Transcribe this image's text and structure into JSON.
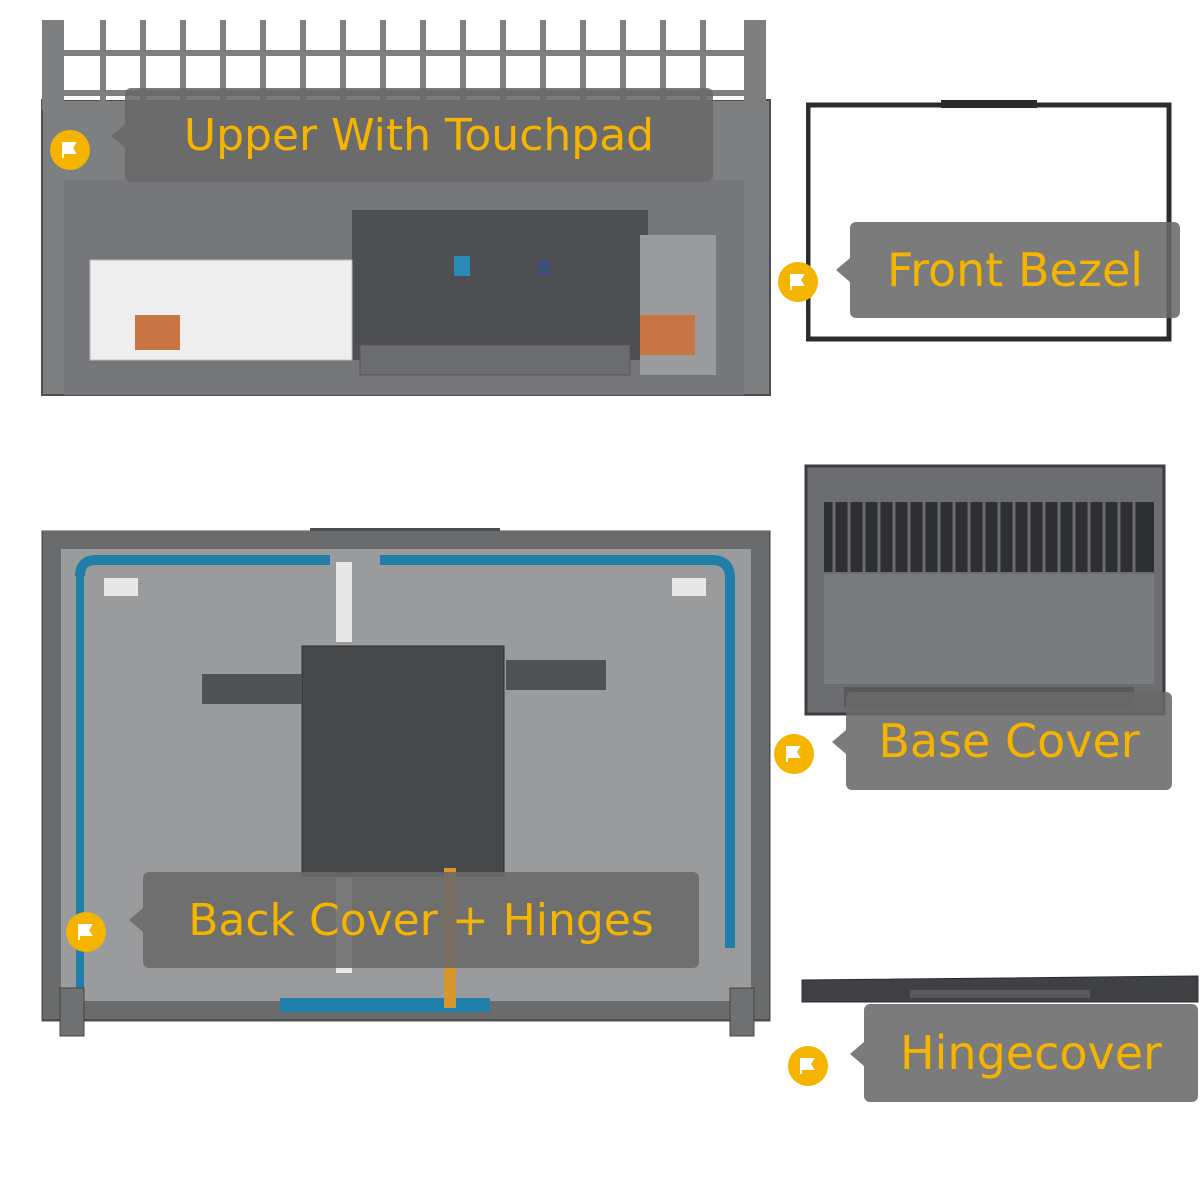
{
  "callouts": {
    "upper": "Upper With Touchpad",
    "bezel": "Front Bezel",
    "base": "Base Cover",
    "back": "Back Cover + Hinges",
    "hinge": "Hingecover"
  },
  "icons": {
    "badge": "flag-icon"
  },
  "colors": {
    "accent": "#f5b400",
    "label_bg": "#696969",
    "part_gray": "#8a8b8d",
    "dark_gray": "#4a4b4d",
    "cable_blue": "#1f7fa8",
    "copper": "#c87545"
  }
}
